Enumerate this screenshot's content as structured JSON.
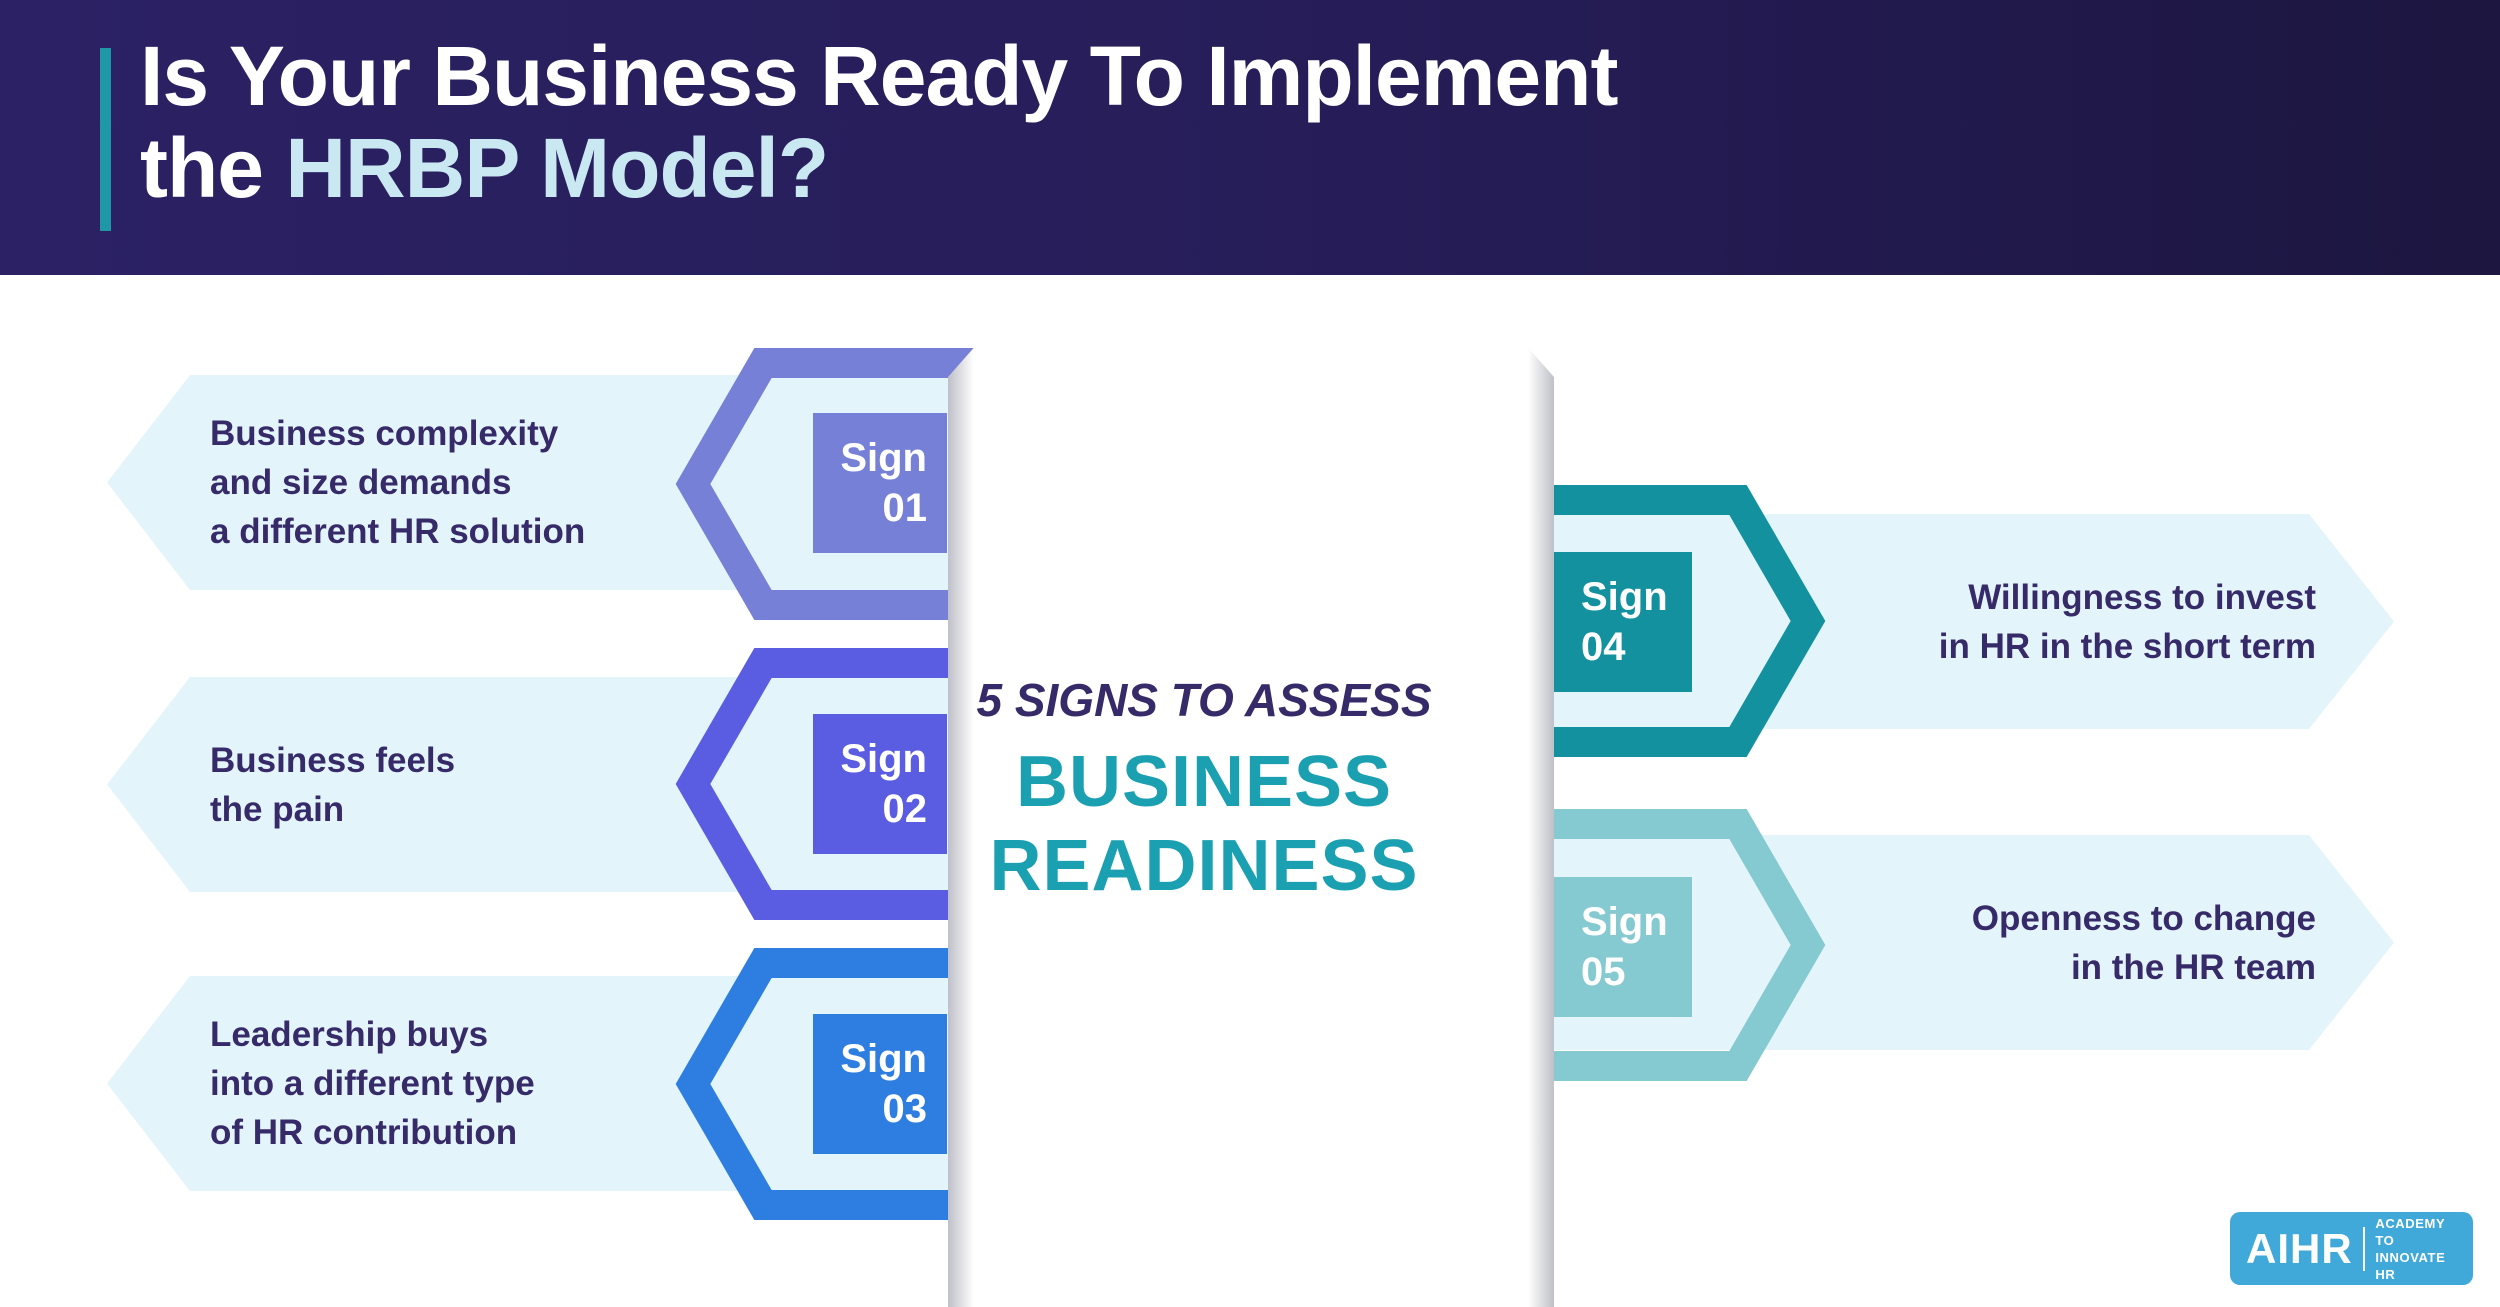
{
  "header": {
    "title_line1": "Is Your Business Ready To Implement",
    "title_line2_prefix": "the ",
    "title_line2_highlight": "HRBP Model?"
  },
  "center": {
    "kicker": "5 SIGNS TO ASSESS",
    "title_line1": "BUSINESS",
    "title_line2": "READINESS"
  },
  "signs": [
    {
      "label": "Sign",
      "number": "01",
      "side": "left",
      "color": "#7580d6",
      "line1": "Business complexity",
      "line2": "and size demands",
      "line3": "a different HR solution"
    },
    {
      "label": "Sign",
      "number": "02",
      "side": "left",
      "color": "#5a5ce2",
      "line1": "Business feels",
      "line2": "the pain"
    },
    {
      "label": "Sign",
      "number": "03",
      "side": "left",
      "color": "#2e7ee2",
      "line1": "Leadership buys",
      "line2": "into a different type",
      "line3": "of HR contribution"
    },
    {
      "label": "Sign",
      "number": "04",
      "side": "right",
      "color": "#13919f",
      "line1": "Willingness to invest",
      "line2": "in HR in the short term"
    },
    {
      "label": "Sign",
      "number": "05",
      "side": "right",
      "color": "#85c9d1",
      "line1": "Openness to change",
      "line2": "in the HR team"
    }
  ],
  "logo": {
    "brand": "AIHR",
    "tagline_line1": "ACADEMY TO",
    "tagline_line2": "INNOVATE HR"
  },
  "colors": {
    "header_bg_left": "#2b2164",
    "header_bg_right": "#1c1640",
    "header_accent": "#1f97a7",
    "title_highlight": "#c9e8f1",
    "banner_bg": "#e3f5fb",
    "body_text": "#372a68",
    "center_teal": "#1ba0b2",
    "logo_bg": "#41a9d9"
  }
}
